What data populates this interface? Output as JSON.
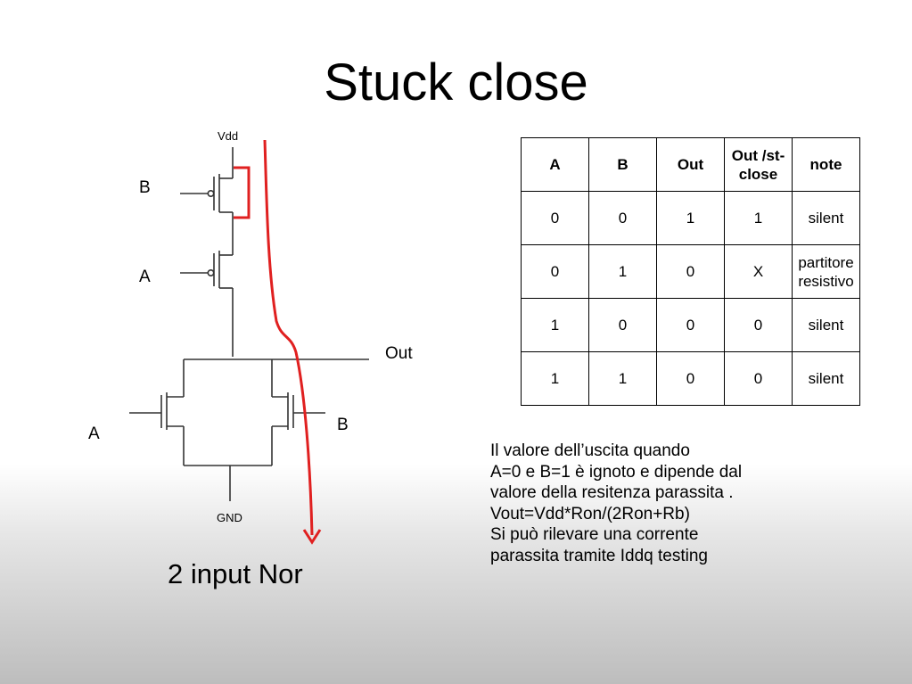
{
  "title": "Stuck close",
  "circuit": {
    "vdd_label": "Vdd",
    "gnd_label": "GND",
    "out_label": "Out",
    "pmos_top_input": "B",
    "pmos_bottom_input": "A",
    "nmos_left_input": "A",
    "nmos_right_input": "B",
    "caption": "2 input Nor",
    "fault_color": "#e02020",
    "wire_color": "#333333"
  },
  "table": {
    "headers": [
      "A",
      "B",
      "Out",
      "Out /st-\nclose",
      "note"
    ],
    "rows": [
      [
        "0",
        "0",
        "1",
        "1",
        "silent"
      ],
      [
        "0",
        "1",
        "0",
        "X",
        "partitore\nresistivo"
      ],
      [
        "1",
        "0",
        "0",
        "0",
        "silent"
      ],
      [
        "1",
        "1",
        "0",
        "0",
        "silent"
      ]
    ]
  },
  "notes": [
    "Il valore dell’uscita quando",
    "A=0 e B=1 è ignoto e dipende dal",
    "valore della resitenza parassita .",
    "Vout=Vdd*Ron/(2Ron+Rb)",
    "Si può rilevare una corrente",
    "parassita tramite Iddq testing"
  ]
}
